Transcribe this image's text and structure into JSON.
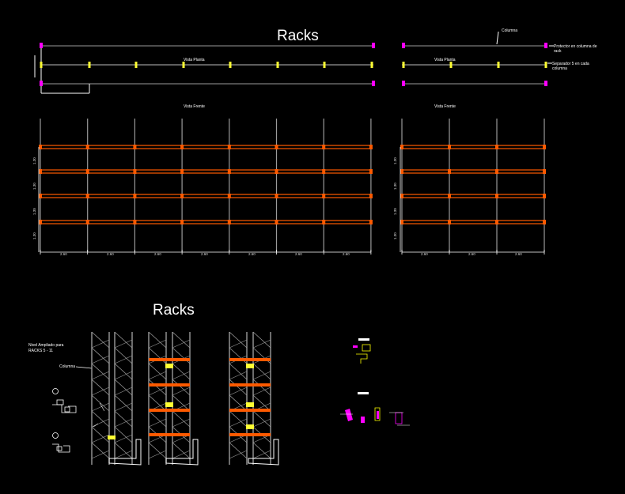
{
  "titles": {
    "top": "Racks",
    "bottom": "Racks"
  },
  "labels": {
    "columna_top": "Columna",
    "protector_l1": "Protector en columna de",
    "protector_l2": "rack",
    "separador_l1": "Separador 5 en cada",
    "separador_l2": "columna",
    "vista_planta_left": "Vista Planta",
    "vista_planta_right": "Vista Planta",
    "vista_frente_left": "Vista Frente",
    "vista_frente_right": "Vista Frente",
    "nivel_l1": "Nivel Ampliado para",
    "nivel_l2": "RACKS    5 - 11",
    "columna_bottom": "Columna"
  },
  "dims": {
    "bays_left": [
      "2.60",
      "2.60",
      "2.60",
      "2.60",
      "2.60",
      "2.60",
      "2.60"
    ],
    "bays_right": [
      "2.60",
      "2.60",
      "2.60"
    ],
    "heights": [
      "1.30",
      "1.30",
      "1.30",
      "1.30"
    ]
  },
  "colors": {
    "beam": "#ff5a00",
    "frame": "#9a9a9a",
    "protector": "#ff00ff",
    "spacer": "#ffff33",
    "text": "#ffffff"
  }
}
